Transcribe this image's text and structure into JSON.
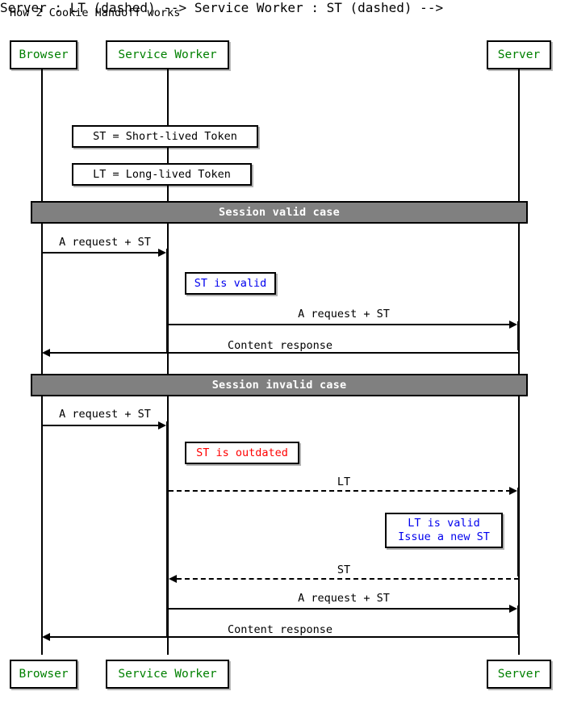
{
  "diagram": {
    "title": "How 2 Cookie Handoff works",
    "type": "sequence-diagram",
    "colors": {
      "participant_text": "#008000",
      "participant_border": "#000000",
      "divider_background": "#808080",
      "divider_text": "#ffffff",
      "note_valid_text": "#0000ee",
      "note_outdated_text": "#ff0000",
      "line": "#000000",
      "background": "#ffffff"
    },
    "participants": [
      {
        "id": "browser",
        "label": "Browser"
      },
      {
        "id": "service_worker",
        "label": "Service Worker"
      },
      {
        "id": "server",
        "label": "Server"
      }
    ],
    "legend_notes": [
      {
        "id": "note-st",
        "text": "ST = Short-lived Token"
      },
      {
        "id": "note-lt",
        "text": "LT = Long-lived Token"
      }
    ],
    "sections": [
      {
        "id": "session-valid",
        "divider_label": "Session valid case",
        "messages": [
          {
            "id": "msg-1",
            "label": "A request + ST",
            "from": "browser",
            "to": "service_worker",
            "style": "solid",
            "direction": "right"
          },
          {
            "id": "msg-2",
            "label": "A request + ST",
            "from": "service_worker",
            "to": "server",
            "style": "solid",
            "direction": "right"
          },
          {
            "id": "msg-3",
            "label": "Content response",
            "from": "server",
            "to": "browser",
            "style": "solid",
            "direction": "left"
          }
        ],
        "notes": [
          {
            "id": "note-st-valid",
            "lines": [
              "ST is valid"
            ],
            "color": "blue"
          }
        ]
      },
      {
        "id": "session-invalid",
        "divider_label": "Session invalid case",
        "messages": [
          {
            "id": "msg-4",
            "label": "A request + ST",
            "from": "browser",
            "to": "service_worker",
            "style": "solid",
            "direction": "right"
          },
          {
            "id": "msg-5",
            "label": "LT",
            "from": "service_worker",
            "to": "server",
            "style": "dashed",
            "direction": "right"
          },
          {
            "id": "msg-6",
            "label": "ST",
            "from": "server",
            "to": "service_worker",
            "style": "dashed",
            "direction": "left"
          },
          {
            "id": "msg-7",
            "label": "A request + ST",
            "from": "service_worker",
            "to": "server",
            "style": "solid",
            "direction": "right"
          },
          {
            "id": "msg-8",
            "label": "Content response",
            "from": "server",
            "to": "browser",
            "style": "solid",
            "direction": "left"
          }
        ],
        "notes": [
          {
            "id": "note-st-outdated",
            "lines": [
              "ST is outdated"
            ],
            "color": "red"
          },
          {
            "id": "note-lt-valid",
            "lines": [
              "LT is valid",
              "Issue a new ST"
            ],
            "color": "blue"
          }
        ]
      }
    ]
  }
}
